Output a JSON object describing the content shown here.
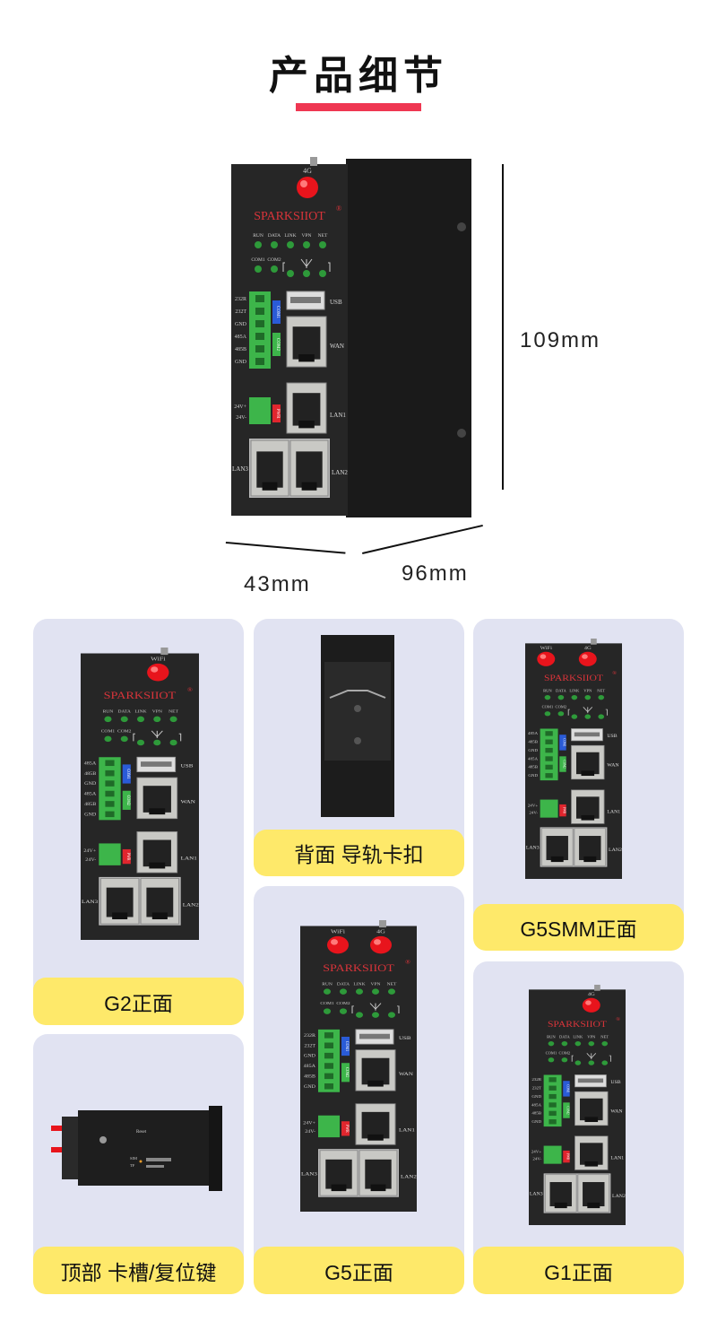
{
  "header": {
    "title": "产品细节"
  },
  "dimensions": {
    "height": "109mm",
    "width": "43mm",
    "depth": "96mm"
  },
  "device_labels": {
    "brand": "SPARKSIIOT",
    "registered": "®",
    "antenna_4g": "4G",
    "antenna_wifi": "WiFi",
    "leds_top": [
      "RUN",
      "DATA",
      "LINK",
      "VPN",
      "NET"
    ],
    "leds_bottom": [
      "COM1",
      "COM2"
    ],
    "terminals_g5": [
      "232R",
      "232T",
      "GND",
      "485A",
      "485B",
      "GND"
    ],
    "terminals_g2": [
      "485A",
      "485B",
      "GND",
      "485A",
      "485B",
      "GND"
    ],
    "power": [
      "24V+",
      "24V-"
    ],
    "com1": "COM1",
    "com2": "COM2",
    "pwr": "PWR",
    "usb": "USB",
    "wan": "WAN",
    "lan1": "LAN1",
    "lan2": "LAN2",
    "lan3": "LAN3",
    "reset": "Reset",
    "sim": "SIM",
    "tf": "TF"
  },
  "cards": [
    {
      "label": "G2正面"
    },
    {
      "label": "顶部 卡槽/复位键"
    },
    {
      "label": "背面 导轨卡扣"
    },
    {
      "label": "G5正面"
    },
    {
      "label": "G5SMM正面"
    },
    {
      "label": "G1正面"
    }
  ],
  "colors": {
    "accent": "#ef3752",
    "card_bg": "#e1e3f2",
    "label_bg": "#fee96a",
    "brand_red": "#d9343a"
  }
}
